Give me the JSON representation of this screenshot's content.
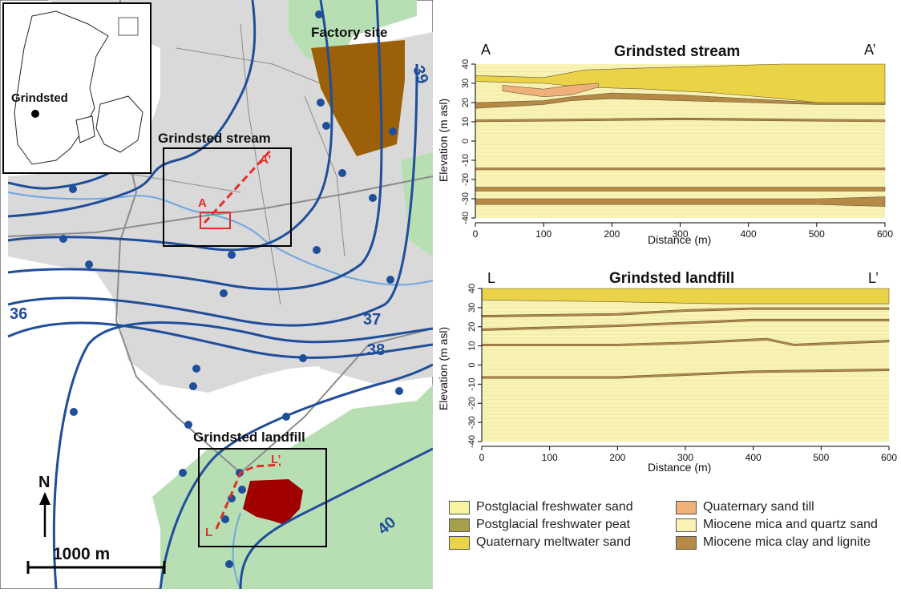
{
  "map": {
    "labels": {
      "factory": "Factory site",
      "stream": "Grindsted stream",
      "landfill": "Grindsted landfill",
      "inset_town": "Grindsted",
      "north": "N",
      "scale": "1000 m",
      "point_a": "A",
      "point_a_prime": "A’",
      "point_l": "L",
      "point_l_prime": "L’"
    },
    "contours": [
      "39",
      "36",
      "37",
      "38",
      "40"
    ],
    "colors": {
      "built_area": "#d9d9d9",
      "forest": "#b8dfb4",
      "factory": "#9c6008",
      "landfill": "#a00000",
      "contour": "#1f4e9a",
      "stream": "#6fa7e0",
      "roads": "#8c8c8c",
      "section_line": "#e0302a"
    }
  },
  "chart_data": [
    {
      "type": "area",
      "title": "Grindsted stream",
      "left_label": "A",
      "right_label": "A’",
      "xlabel": "Distance (m)",
      "ylabel": "Elevation (m asl)",
      "xlim": [
        0,
        600
      ],
      "ylim": [
        -40,
        40
      ],
      "xticks": [
        0,
        100,
        200,
        300,
        400,
        500,
        600
      ],
      "yticks": [
        40,
        30,
        20,
        10,
        0,
        -10,
        -20,
        -30,
        -40
      ],
      "layers": [
        {
          "unit": "Quaternary meltwater sand",
          "top": [
            [
              0,
              34
            ],
            [
              100,
              33
            ],
            [
              160,
              37
            ],
            [
              250,
              38
            ],
            [
              350,
              39
            ],
            [
              450,
              40
            ],
            [
              600,
              40
            ]
          ],
          "bottom": [
            [
              0,
              31
            ],
            [
              100,
              30
            ],
            [
              160,
              28
            ],
            [
              250,
              27
            ],
            [
              350,
              25
            ],
            [
              450,
              22
            ],
            [
              500,
              20
            ],
            [
              600,
              19
            ]
          ]
        },
        {
          "unit": "Quaternary sand till",
          "top": [
            [
              40,
              29
            ],
            [
              100,
              27
            ],
            [
              140,
              29
            ],
            [
              180,
              30
            ]
          ],
          "bottom": [
            [
              40,
              26
            ],
            [
              100,
              23
            ],
            [
              140,
              24
            ],
            [
              180,
              28
            ]
          ]
        },
        {
          "unit": "Miocene mica clay and lignite",
          "top": [
            [
              0,
              20
            ],
            [
              100,
              21
            ],
            [
              140,
              23
            ],
            [
              200,
              25
            ],
            [
              300,
              24
            ],
            [
              400,
              22
            ],
            [
              500,
              20
            ],
            [
              600,
              20
            ]
          ],
          "bottom": [
            [
              0,
              17
            ],
            [
              100,
              19
            ],
            [
              140,
              21
            ],
            [
              200,
              22
            ],
            [
              300,
              21
            ],
            [
              400,
              20
            ],
            [
              500,
              19
            ],
            [
              600,
              19
            ]
          ]
        },
        {
          "unit": "Miocene mica clay and lignite",
          "top": [
            [
              0,
              11
            ],
            [
              300,
              12
            ],
            [
              600,
              11
            ]
          ],
          "bottom": [
            [
              0,
              10
            ],
            [
              300,
              11
            ],
            [
              600,
              10
            ]
          ]
        },
        {
          "unit": "Miocene mica clay and lignite",
          "top": [
            [
              0,
              -14
            ],
            [
              600,
              -14
            ]
          ],
          "bottom": [
            [
              0,
              -15
            ],
            [
              600,
              -15
            ]
          ]
        },
        {
          "unit": "Miocene mica clay and lignite",
          "top": [
            [
              0,
              -24
            ],
            [
              600,
              -24
            ]
          ],
          "bottom": [
            [
              0,
              -26
            ],
            [
              600,
              -26
            ]
          ]
        },
        {
          "unit": "Miocene mica clay and lignite",
          "top": [
            [
              0,
              -30
            ],
            [
              500,
              -30
            ],
            [
              600,
              -29
            ]
          ],
          "bottom": [
            [
              0,
              -33
            ],
            [
              500,
              -33
            ],
            [
              600,
              -34
            ]
          ]
        }
      ]
    },
    {
      "type": "area",
      "title": "Grindsted landfill",
      "left_label": "L",
      "right_label": "L’",
      "xlabel": "Distance (m)",
      "ylabel": "Elevation (m asl)",
      "xlim": [
        0,
        600
      ],
      "ylim": [
        -40,
        40
      ],
      "xticks": [
        0,
        100,
        200,
        300,
        400,
        500,
        600
      ],
      "yticks": [
        40,
        30,
        20,
        10,
        0,
        -10,
        -20,
        -30,
        -40
      ],
      "layers": [
        {
          "unit": "Quaternary meltwater sand",
          "top": [
            [
              0,
              40
            ],
            [
              600,
              40
            ]
          ],
          "bottom": [
            [
              0,
              34
            ],
            [
              200,
              33
            ],
            [
              350,
              32
            ],
            [
              600,
              32
            ]
          ]
        },
        {
          "unit": "Miocene mica clay and lignite",
          "top": [
            [
              0,
              26
            ],
            [
              200,
              27
            ],
            [
              300,
              29
            ],
            [
              400,
              30
            ],
            [
              600,
              30
            ]
          ],
          "bottom": [
            [
              0,
              25
            ],
            [
              200,
              26
            ],
            [
              300,
              28
            ],
            [
              400,
              29
            ],
            [
              600,
              29
            ]
          ]
        },
        {
          "unit": "Miocene mica clay and lignite",
          "top": [
            [
              0,
              19
            ],
            [
              200,
              21
            ],
            [
              400,
              24
            ],
            [
              600,
              24
            ]
          ],
          "bottom": [
            [
              0,
              18
            ],
            [
              200,
              20
            ],
            [
              400,
              23
            ],
            [
              600,
              23
            ]
          ]
        },
        {
          "unit": "Miocene mica clay and lignite",
          "top": [
            [
              0,
              11
            ],
            [
              200,
              11
            ],
            [
              300,
              12
            ],
            [
              420,
              14
            ],
            [
              460,
              11
            ],
            [
              600,
              13
            ]
          ],
          "bottom": [
            [
              0,
              10
            ],
            [
              200,
              10
            ],
            [
              300,
              11
            ],
            [
              420,
              13
            ],
            [
              460,
              10
            ],
            [
              600,
              12
            ]
          ]
        },
        {
          "unit": "Miocene mica clay and lignite",
          "top": [
            [
              0,
              -6
            ],
            [
              200,
              -6
            ],
            [
              400,
              -3
            ],
            [
              600,
              -2
            ]
          ],
          "bottom": [
            [
              0,
              -7
            ],
            [
              200,
              -7
            ],
            [
              400,
              -4
            ],
            [
              600,
              -3
            ]
          ]
        }
      ]
    }
  ],
  "legend": [
    {
      "label": "Postglacial freshwater sand",
      "color": "#f7f3a0"
    },
    {
      "label": "Postglacial freshwater peat",
      "color": "#a6a04a"
    },
    {
      "label": "Quaternary meltwater sand",
      "color": "#ead347"
    },
    {
      "label": "Quaternary sand till",
      "color": "#f0b07a"
    },
    {
      "label": "Miocene mica and quartz sand",
      "color": "#f8f3b4"
    },
    {
      "label": "Miocene mica clay and lignite",
      "color": "#b58a46"
    }
  ]
}
